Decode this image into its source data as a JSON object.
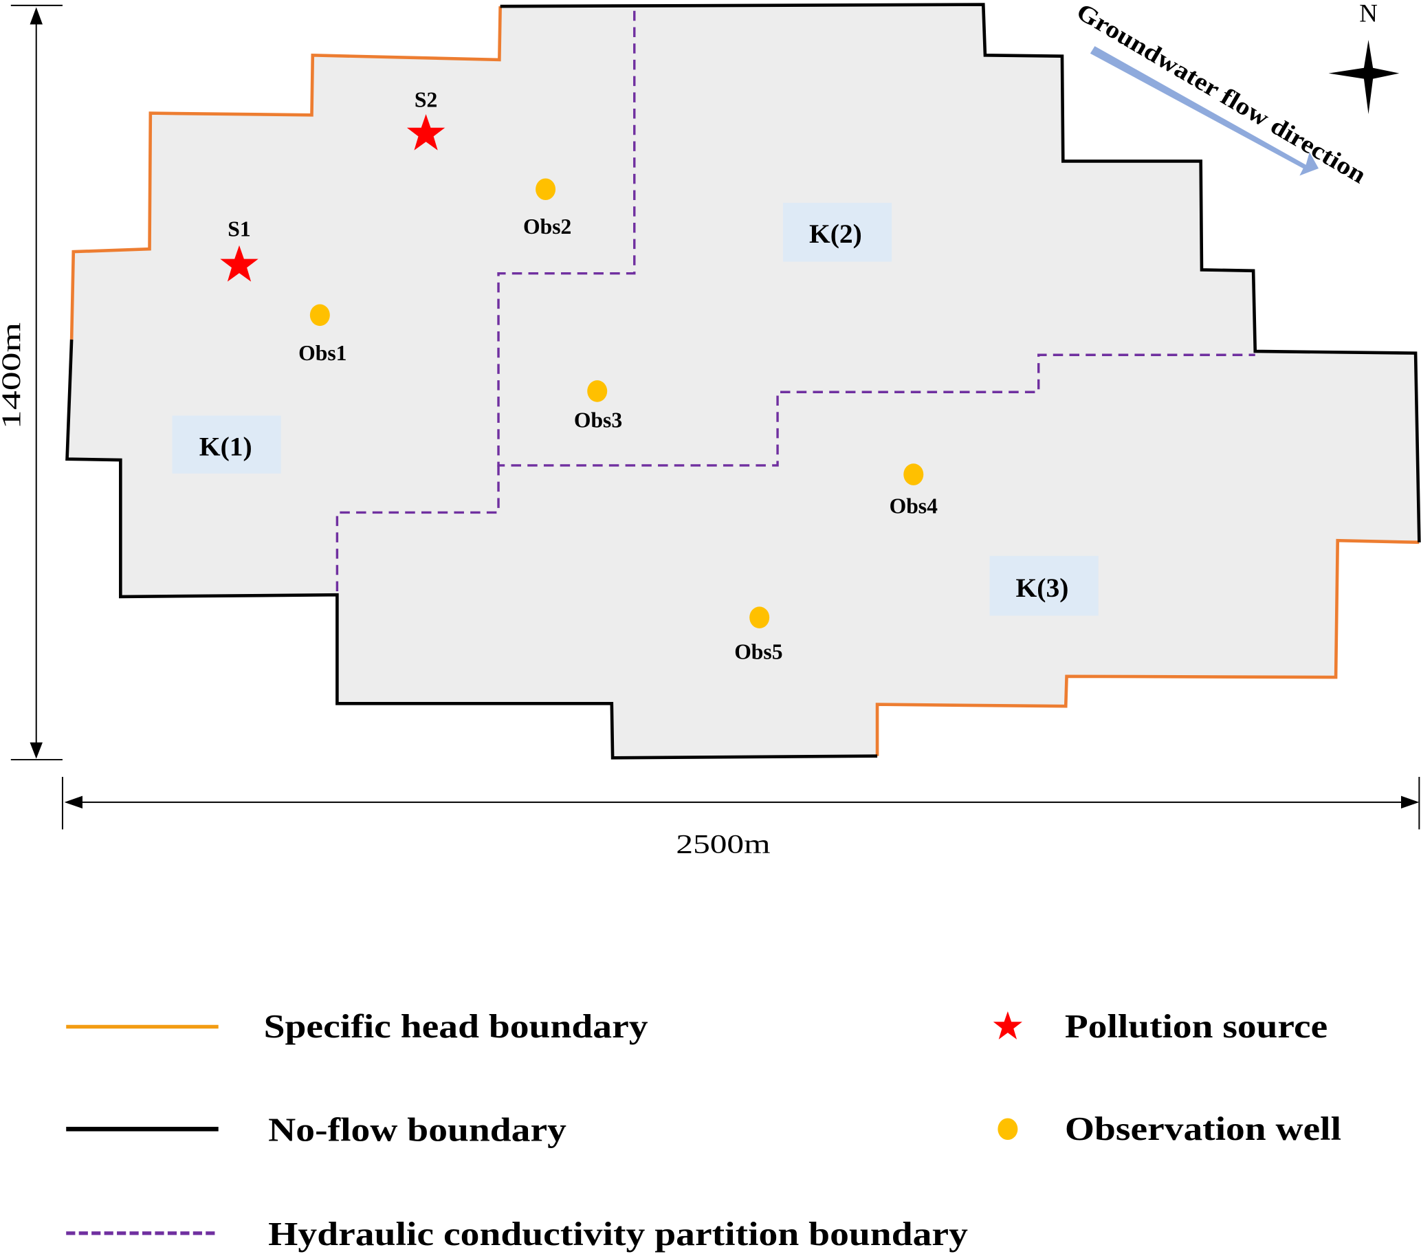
{
  "colors": {
    "domain_fill": "#ededed",
    "specific_head": "#ed7d31",
    "no_flow": "#000000",
    "partition": "#7030a0",
    "zone_label_bg": "#deeaf6",
    "pollution_source": "#ff0000",
    "observation_well": "#ffc000",
    "flow_arrow": "#8faadc"
  },
  "dimensions": {
    "height_label": "1400m",
    "width_label": "2500m"
  },
  "compass": {
    "north_label": "N",
    "icon": "compass-rose-icon"
  },
  "flow_direction": {
    "label": "Groundwater flow direction",
    "icon": "flow-arrow-icon"
  },
  "zones": [
    {
      "label": "K(1)"
    },
    {
      "label": "K(2)"
    },
    {
      "label": "K(3)"
    }
  ],
  "pollution_sources": [
    {
      "label": "S1"
    },
    {
      "label": "S2"
    }
  ],
  "observation_wells": [
    {
      "label": "Obs1"
    },
    {
      "label": "Obs2"
    },
    {
      "label": "Obs3"
    },
    {
      "label": "Obs4"
    },
    {
      "label": "Obs5"
    }
  ],
  "legend": {
    "specific_head": "Specific head boundary",
    "no_flow": "No-flow boundary",
    "partition": "Hydraulic conductivity partition boundary",
    "pollution_source": "Pollution source",
    "observation_well": "Observation well"
  }
}
